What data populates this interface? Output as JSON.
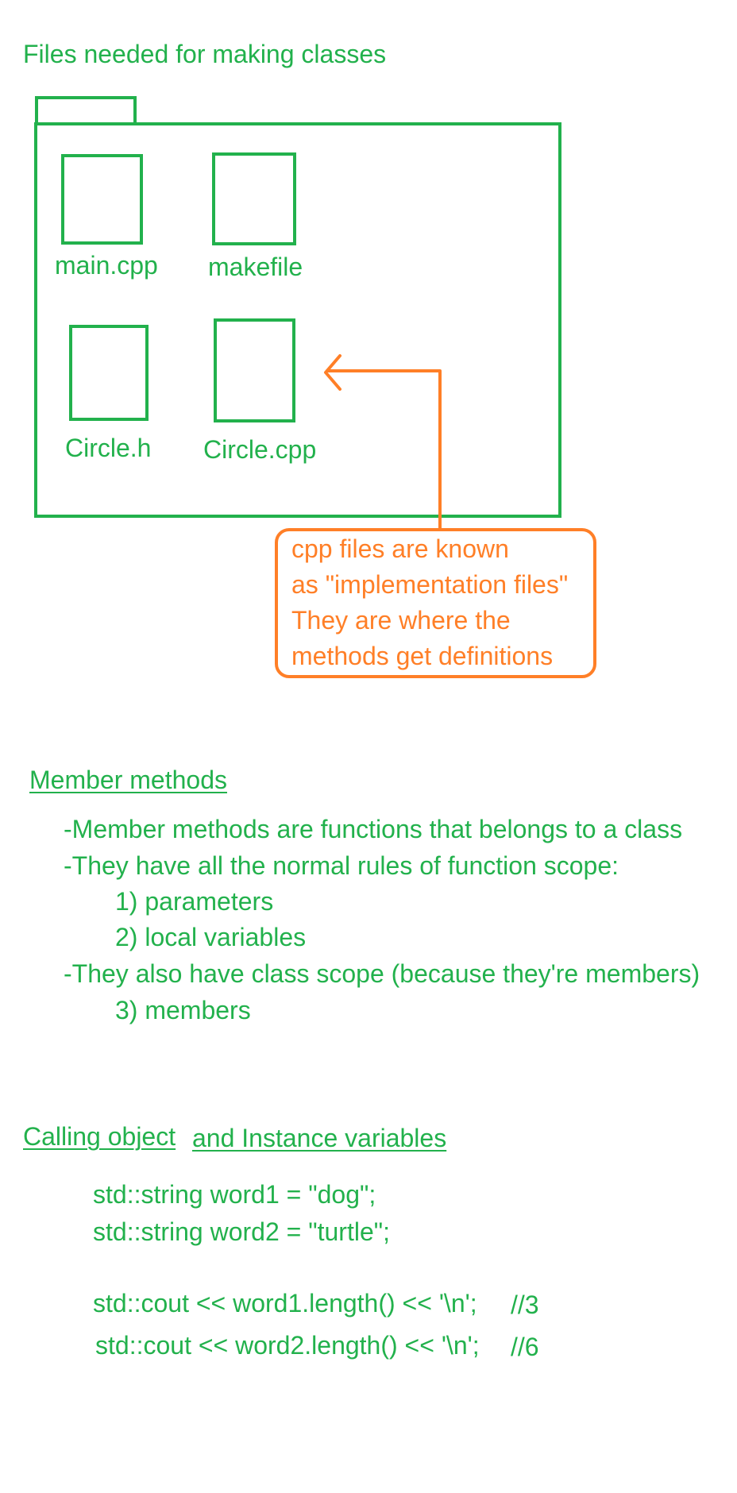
{
  "heading": "Files needed for making classes",
  "files": {
    "main_cpp": "main.cpp",
    "makefile": "makefile",
    "circle_h": "Circle.h",
    "circle_cpp": "Circle.cpp"
  },
  "callout": {
    "lines": [
      "cpp files are known",
      "as \"implementation files\"",
      "They are where the",
      "methods get definitions"
    ]
  },
  "member_methods": {
    "title": "Member methods",
    "lines": [
      "-Member methods are functions that belongs to a class",
      "-They have all the normal rules of function scope:",
      "1) parameters",
      "2) local variables",
      "-They also have class scope (because they're members)",
      "3) members"
    ]
  },
  "calling": {
    "title_part1": "Calling object",
    "title_part2": "and Instance variables",
    "code": [
      "std::string word1 = \"dog\";",
      "std::string word2 = \"turtle\";",
      "std::cout << word1.length() << '\\n';",
      "std::cout << word2.length() << '\\n';"
    ],
    "comments": [
      "//3",
      "//6"
    ]
  },
  "colors": {
    "green": "#22b14c",
    "orange": "#ff7f27"
  }
}
